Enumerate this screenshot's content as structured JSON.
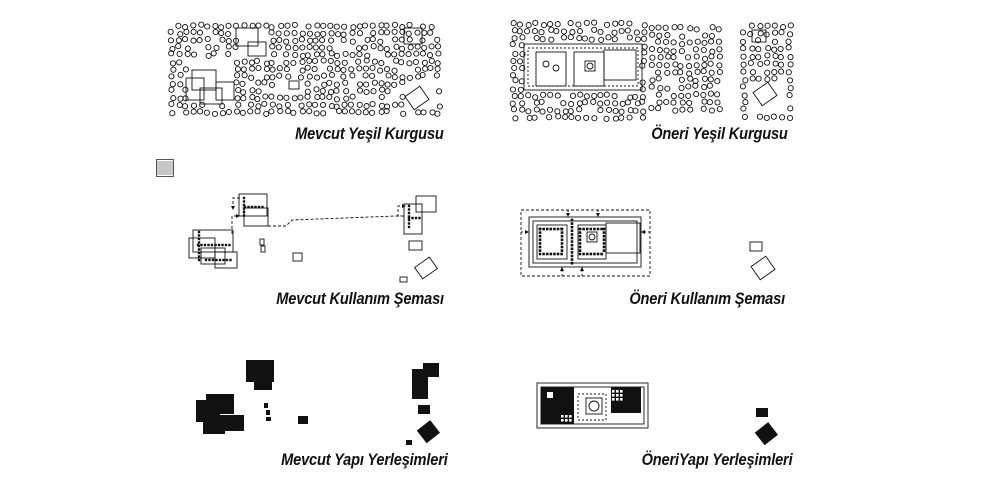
{
  "panels": {
    "existing_green": {
      "caption": "Mevcut Yeşil Kurgusu"
    },
    "proposal_green": {
      "caption": "Öneri Yeşil Kurgusu"
    },
    "existing_use": {
      "caption": "Mevcut Kullanım Şeması"
    },
    "proposal_use": {
      "caption": "Öneri Kullanım Şeması"
    },
    "existing_buildings": {
      "caption": "Mevcut Yapı Yerleşimleri"
    },
    "proposal_buildings": {
      "caption": "ÖneriYapı Yerleşimleri"
    }
  },
  "legend": {
    "icon": "striped-box-icon"
  },
  "colors": {
    "ink": "#111111",
    "background": "#ffffff"
  }
}
